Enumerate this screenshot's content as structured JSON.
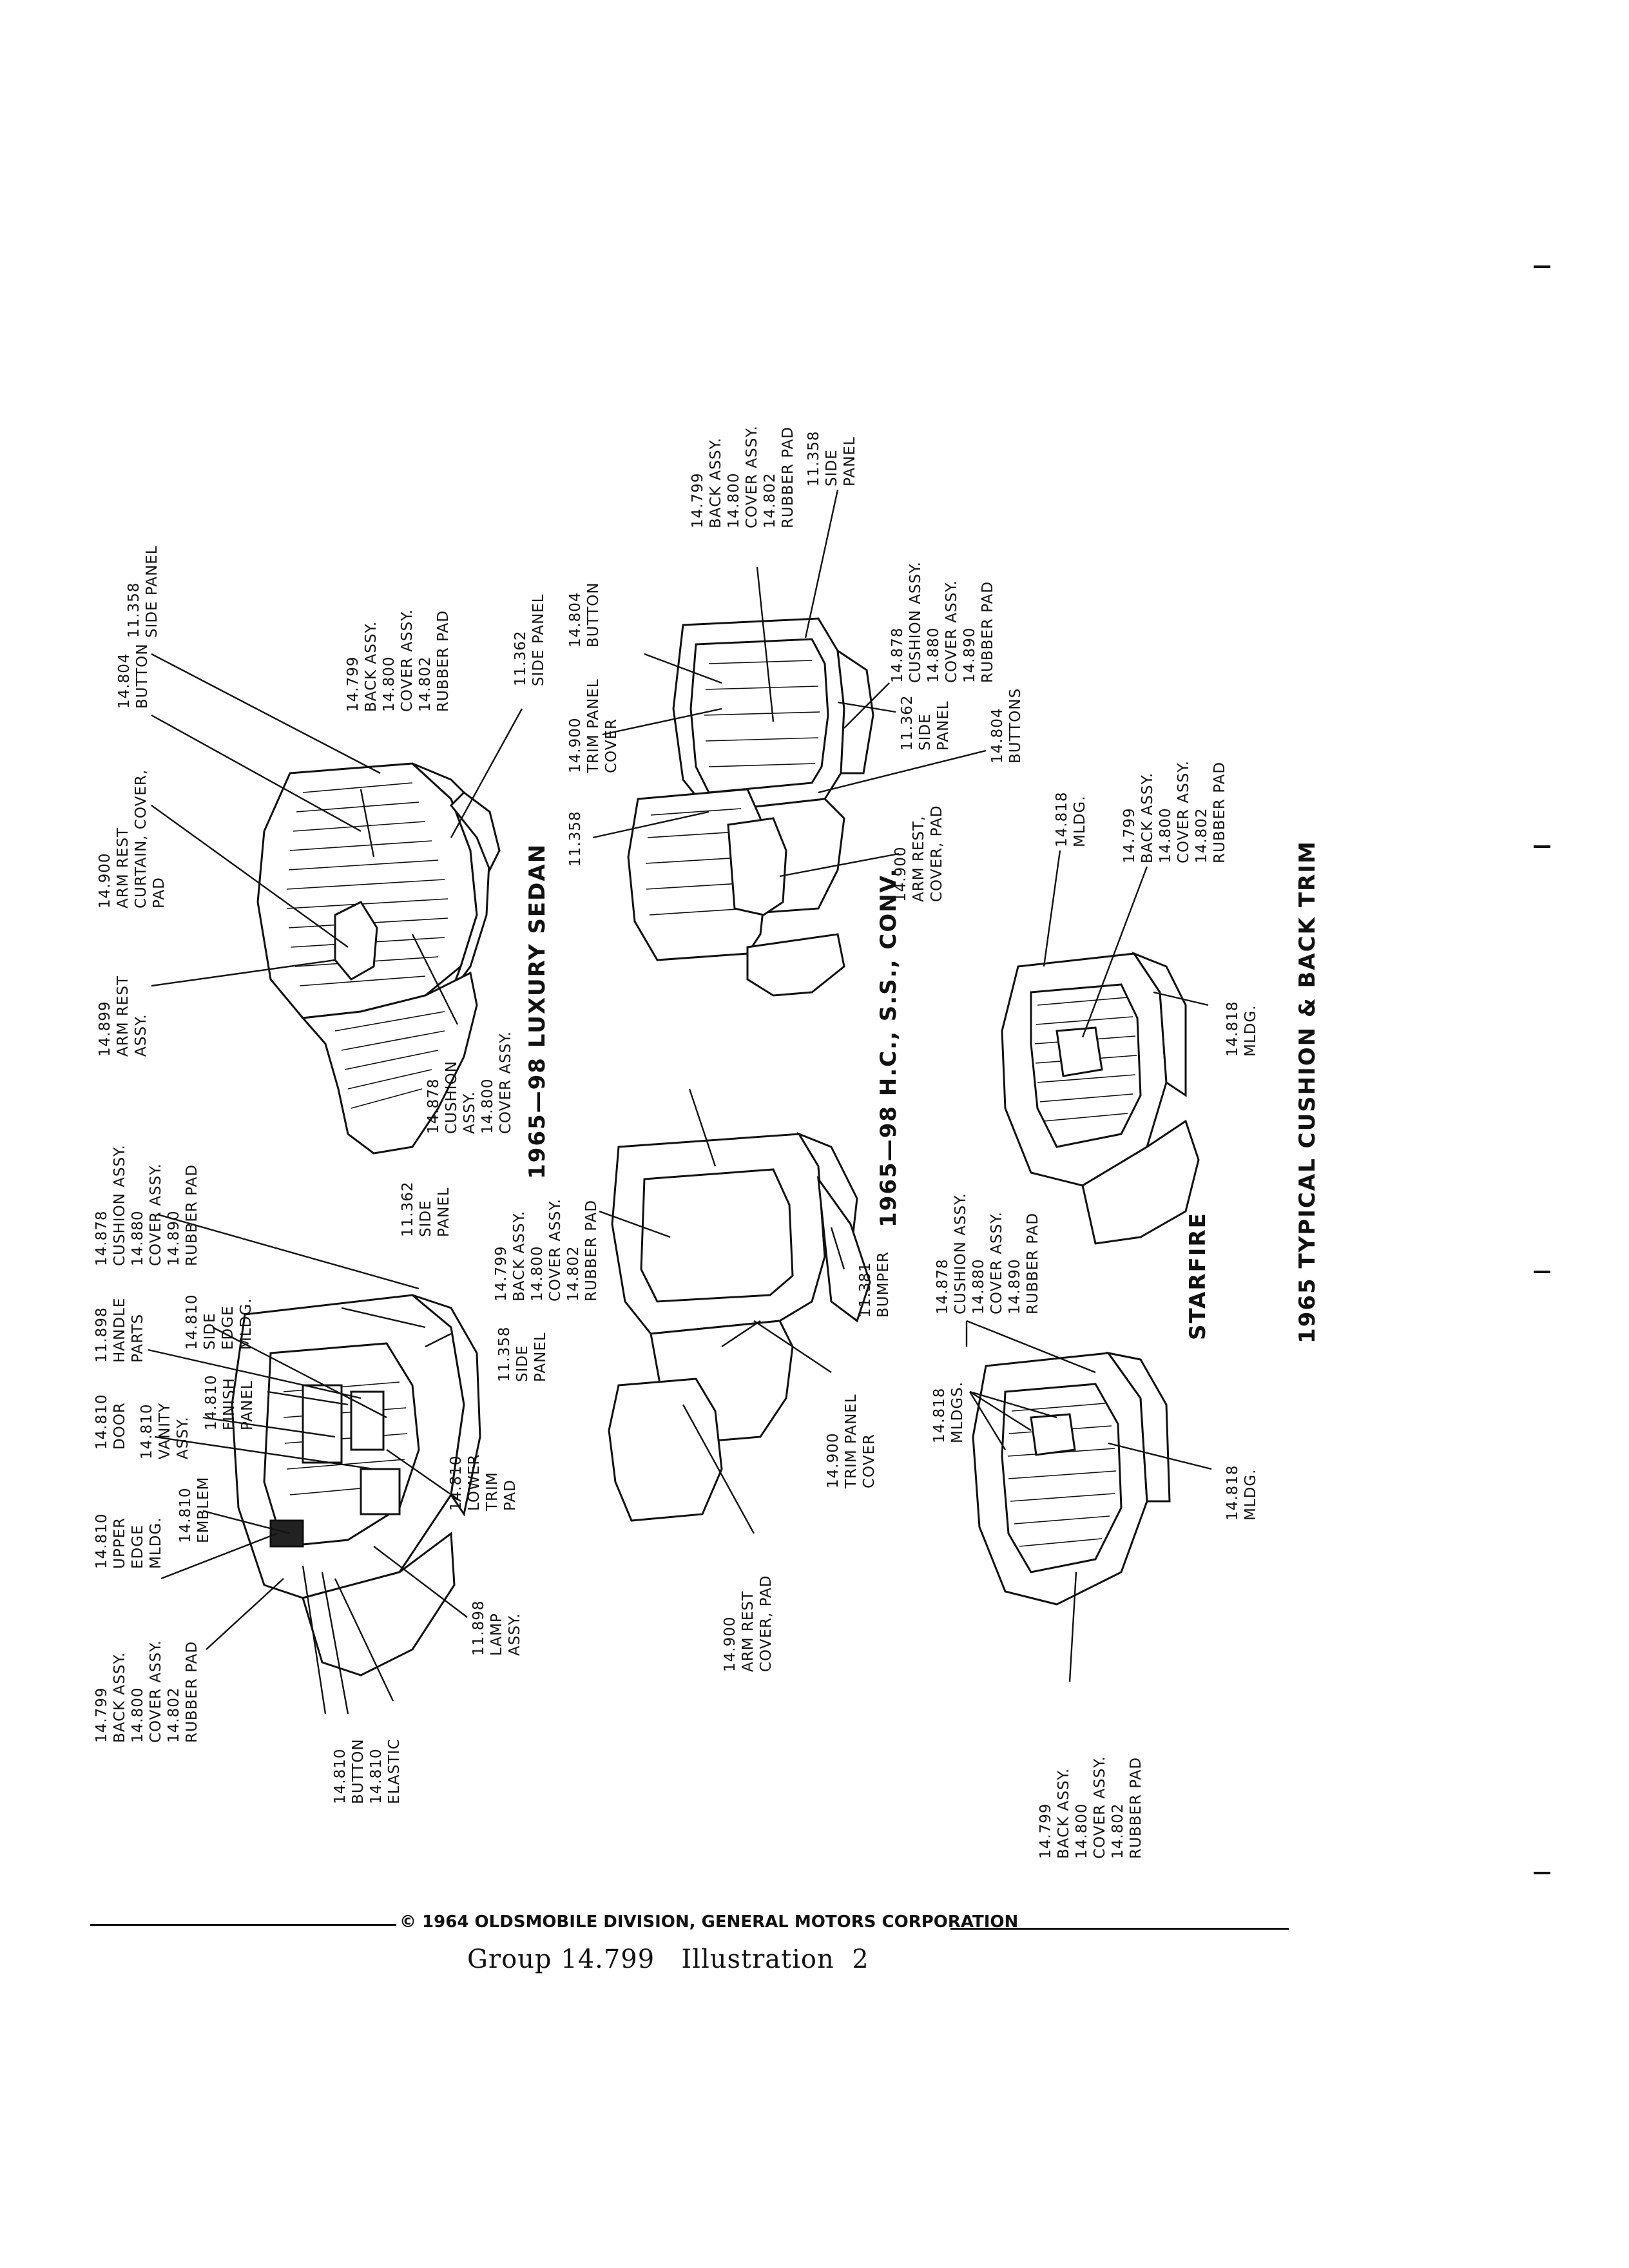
{
  "page_title": "1965 TYPICAL CUSHION & BACK TRIM",
  "sections": {
    "luxury_sedan": "1965—98 LUXURY SEDAN",
    "hc_ss_conv": "1965—98 H.C., S.S., CONV.",
    "starfire": "STARFIRE"
  },
  "luxury_callouts": {
    "c1": [
      "11.358",
      "SIDE PANEL"
    ],
    "c2": [
      "14.804",
      "BUTTON"
    ],
    "c3": [
      "14.900",
      "ARM REST",
      "CURTAIN, COVER,",
      "PAD"
    ],
    "c4": [
      "14.899",
      "ARM REST",
      "ASSY."
    ],
    "c5": [
      "14.799",
      "BACK ASSY.",
      "14.800",
      "COVER ASSY.",
      "14.802",
      "RUBBER PAD"
    ],
    "c6": [
      "11.362",
      "SIDE PANEL"
    ],
    "c7": [
      "14.878",
      "CUSHION",
      "ASSY.",
      "14.800",
      "COVER ASSY."
    ]
  },
  "hc_callouts": {
    "c1": [
      "14.799",
      "BACK ASSY.",
      "14.800",
      "COVER ASSY.",
      "14.802",
      "RUBBER PAD"
    ],
    "c2": [
      "11.358",
      "SIDE",
      "PANEL"
    ],
    "c3": [
      "14.900",
      "TRIM PANEL",
      "COVER"
    ],
    "c4": [
      "14.804",
      "BUTTON"
    ],
    "c5": [
      "14.878",
      "CUSHION ASSY.",
      "14.880",
      "COVER ASSY.",
      "14.890",
      "RUBBER PAD"
    ],
    "c6": [
      "11.358"
    ],
    "c7": [
      "11.362",
      "SIDE",
      "PANEL"
    ],
    "c8": [
      "14.804",
      "BUTTONS"
    ],
    "c9": [
      "14.900",
      "ARM REST,",
      "COVER, PAD"
    ]
  },
  "starfire_callouts": {
    "c1": [
      "14.878",
      "CUSHION ASSY.",
      "14.880",
      "COVER ASSY.",
      "14.890",
      "RUBBER PAD"
    ],
    "c2": [
      "11.898",
      "HANDLE",
      "PARTS"
    ],
    "c3": [
      "14.810",
      "SIDE",
      "EDGE",
      "MLDG."
    ],
    "c4": [
      "11.362",
      "SIDE",
      "PANEL"
    ],
    "c5": [
      "14.810",
      "DOOR"
    ],
    "c6": [
      "14.810",
      "VANITY",
      "ASSY."
    ],
    "c7": [
      "14.810",
      "FINISH",
      "PANEL"
    ],
    "c8": [
      "14.810",
      "UPPER",
      "EDGE",
      "MLDG."
    ],
    "c9": [
      "14.810",
      "EMBLEM"
    ],
    "c10": [
      "14.810",
      "LOWER",
      "TRIM",
      "PAD"
    ],
    "c11": [
      "11.358",
      "SIDE",
      "PANEL"
    ],
    "c12": [
      "14.799",
      "BACK ASSY.",
      "14.800",
      "COVER ASSY.",
      "14.802",
      "RUBBER PAD"
    ],
    "c13": [
      "11.898",
      "LAMP",
      "ASSY."
    ],
    "c14": [
      "14.810",
      "BUTTON",
      "14.810",
      "ELASTIC"
    ],
    "c15": [
      "14.799",
      "BACK ASSY.",
      "14.800",
      "COVER ASSY.",
      "14.802",
      "RUBBER PAD"
    ],
    "c16": [
      "11.381",
      "BUMPER"
    ],
    "c17": [
      "14.900",
      "TRIM PANEL",
      "COVER"
    ],
    "c18": [
      "14.900",
      "ARM REST",
      "COVER, PAD"
    ]
  },
  "typical_callouts": {
    "c1": [
      "14.818",
      "MLDG."
    ],
    "c2": [
      "14.799",
      "BACK ASSY.",
      "14.800",
      "COVER ASSY.",
      "14.802",
      "RUBBER PAD"
    ],
    "c3": [
      "14.818",
      "MLDG."
    ],
    "c4": [
      "14.878",
      "CUSHION ASSY.",
      "14.880",
      "COVER ASSY.",
      "14.890",
      "RUBBER PAD"
    ],
    "c5": [
      "14.818",
      "MLDGS."
    ],
    "c6": [
      "14.818",
      "MLDG."
    ],
    "c7": [
      "14.799",
      "BACK ASSY.",
      "14.800",
      "COVER ASSY.",
      "14.802",
      "RUBBER PAD"
    ]
  },
  "footer": {
    "copyright": "© 1964 OLDSMOBILE DIVISION, GENERAL MOTORS CORPORATION",
    "caption": "Group 14.799   Illustration  2"
  }
}
